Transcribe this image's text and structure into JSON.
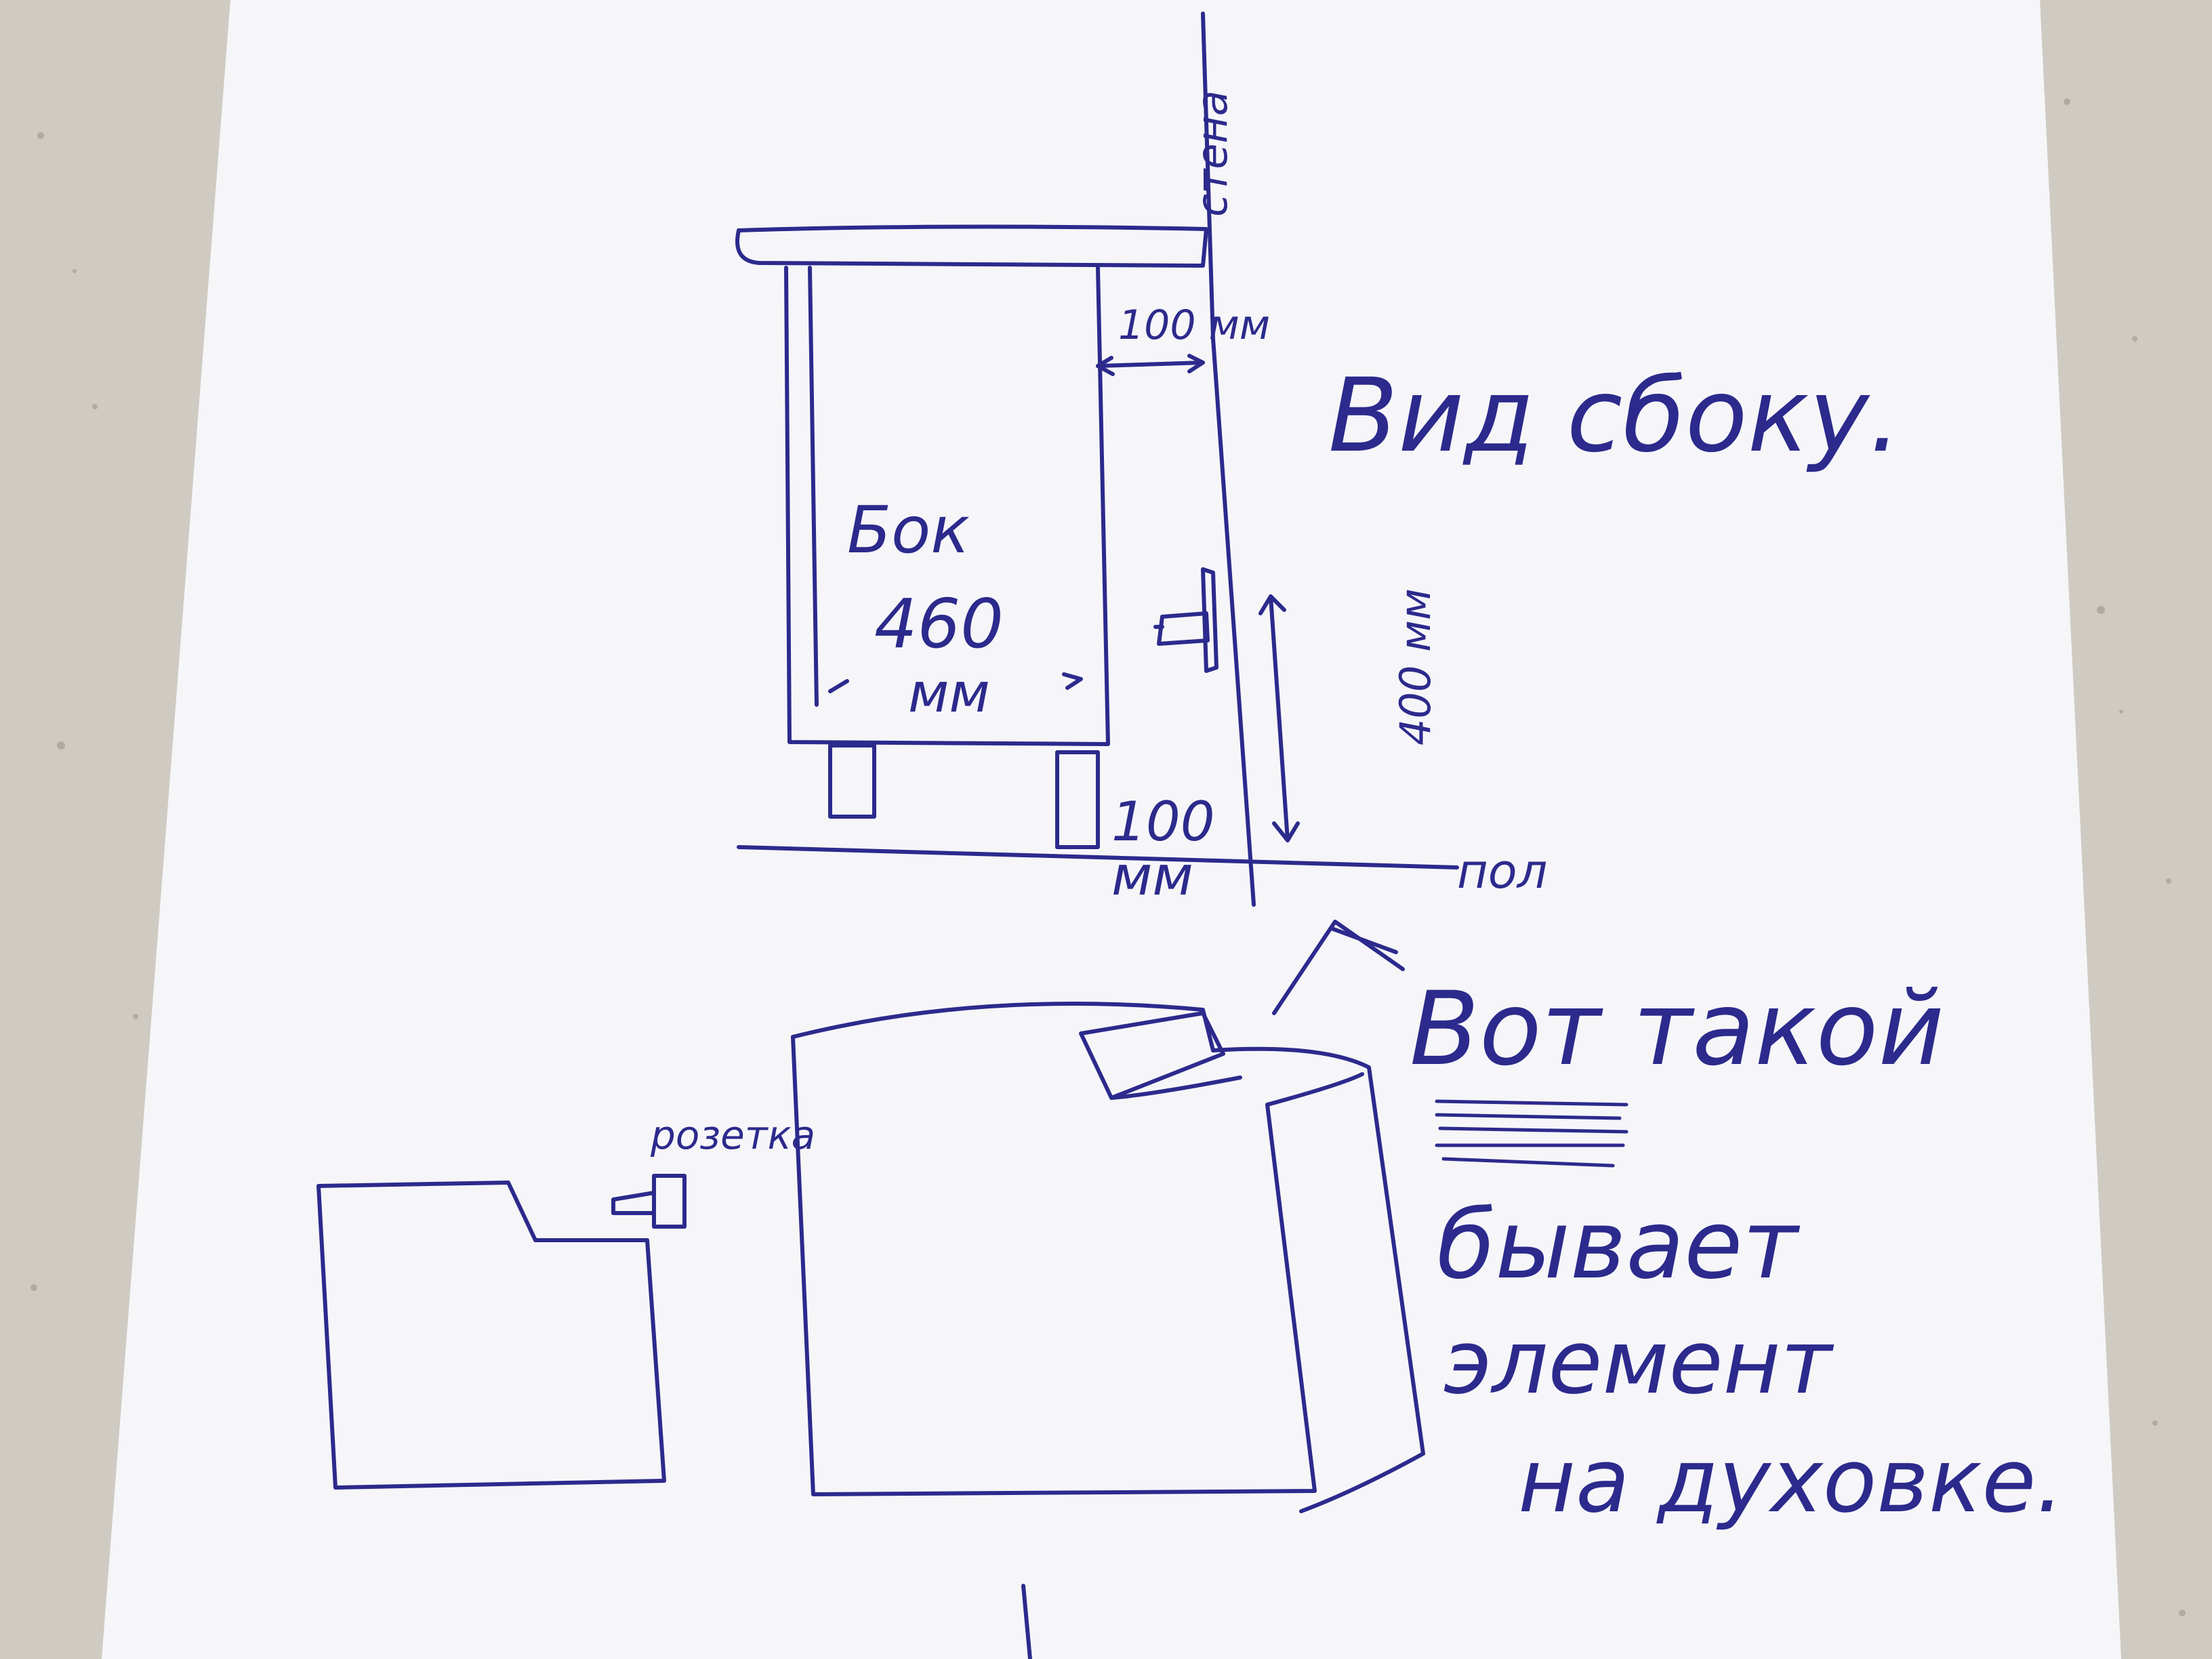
{
  "labels": {
    "wall": "стена",
    "side_view": "Вид сбоку.",
    "side_panel": "Бок",
    "side_width": "460",
    "side_width_unit": "мм",
    "top_gap": "100 мм",
    "socket_height": "400 мм",
    "leg_height": "100",
    "leg_height_unit": "мм",
    "floor": "пол",
    "socket": "розетка",
    "note_line1": "Вот такой",
    "note_line2": "бывает",
    "note_line3": "элемент",
    "note_line4": "на духовке."
  },
  "colors": {
    "ink": "#2c2a8c",
    "paper": "#f7f7f9",
    "background": "#cfcbc3"
  }
}
